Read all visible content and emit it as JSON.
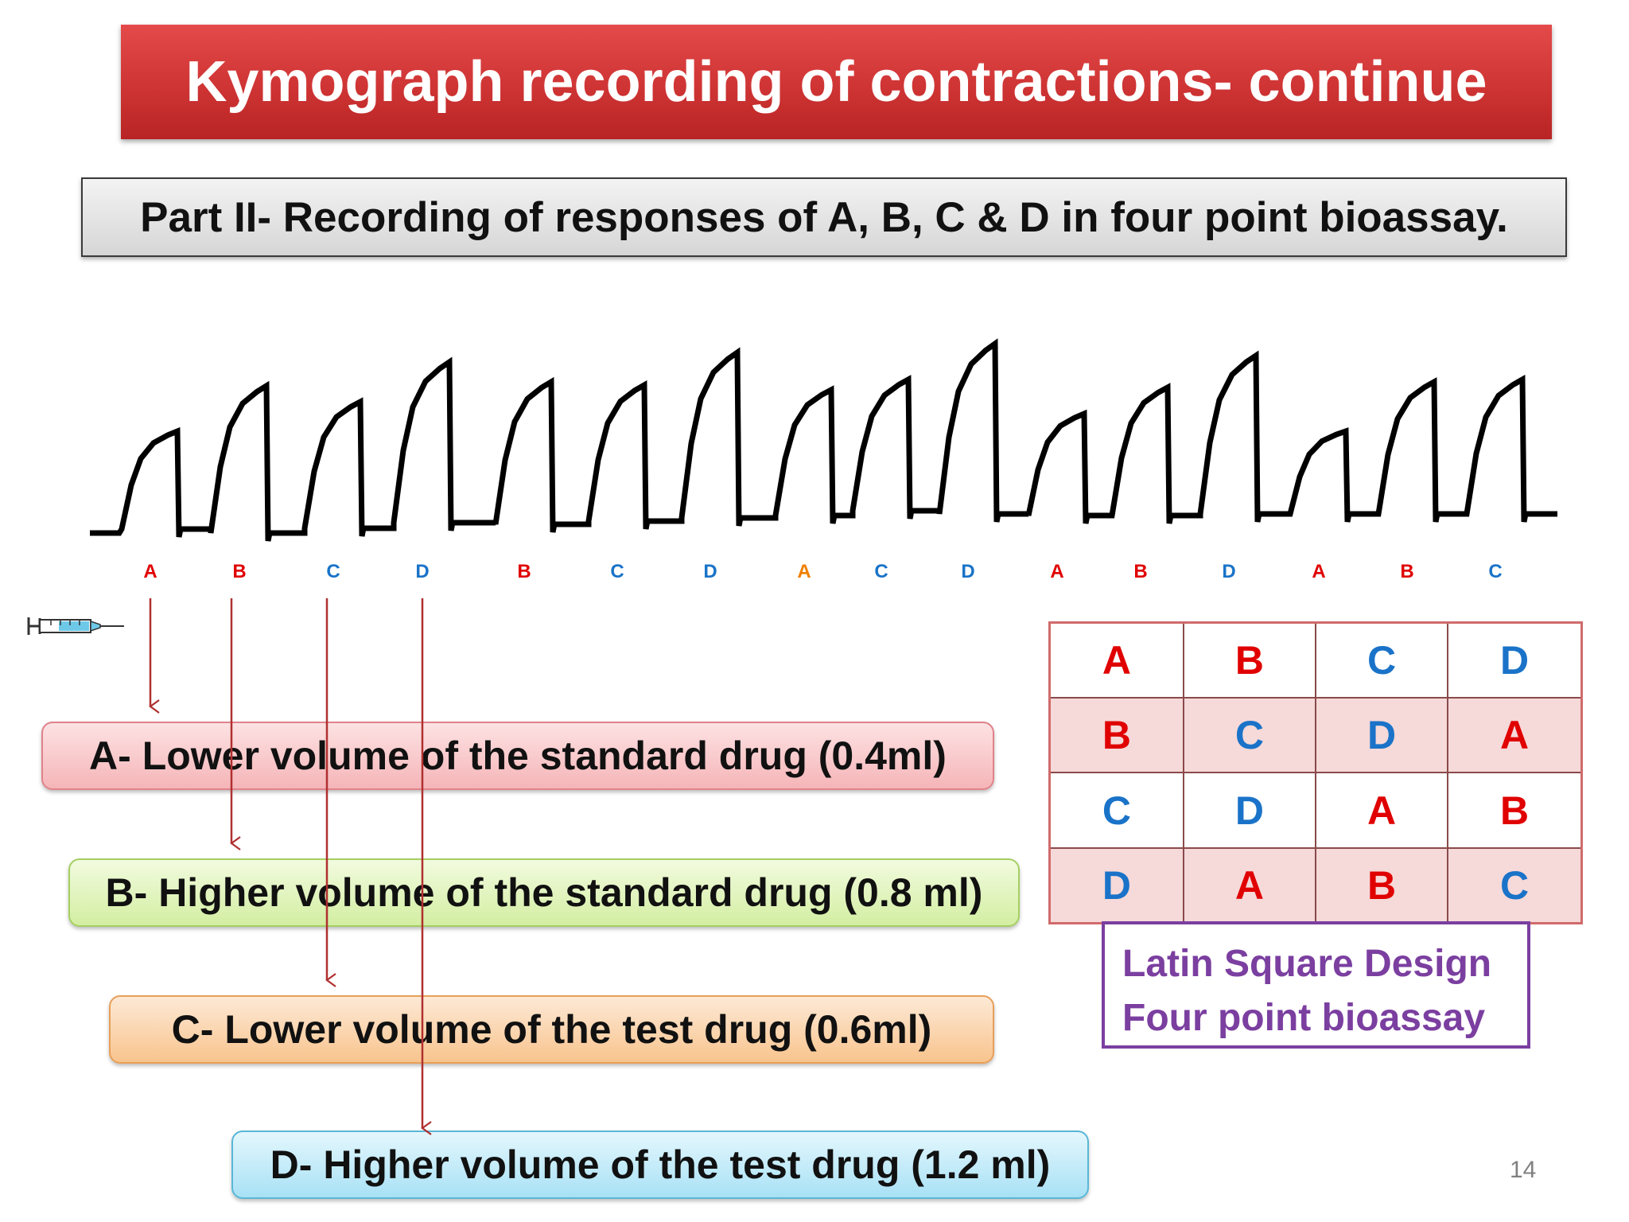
{
  "title": "Kymograph recording of contractions- continue",
  "subtitle": "Part II- Recording of responses of A, B, C & D in four point bioassay.",
  "colors": {
    "A": "#e00000",
    "B": "#e00000",
    "C": "#1a73c8",
    "D": "#1a73c8",
    "A_orange": "#f07f00"
  },
  "kymograph": {
    "sequence": [
      {
        "label": "A",
        "color": "#e00000"
      },
      {
        "label": "B",
        "color": "#e00000"
      },
      {
        "label": "C",
        "color": "#1a73c8"
      },
      {
        "label": "D",
        "color": "#1a73c8"
      },
      {
        "label": "B",
        "color": "#e00000"
      },
      {
        "label": "C",
        "color": "#1a73c8"
      },
      {
        "label": "D",
        "color": "#1a73c8"
      },
      {
        "label": "A",
        "color": "#f07f00"
      },
      {
        "label": "C",
        "color": "#1a73c8"
      },
      {
        "label": "D",
        "color": "#1a73c8"
      },
      {
        "label": "A",
        "color": "#e00000"
      },
      {
        "label": "B",
        "color": "#e00000"
      },
      {
        "label": "D",
        "color": "#1a73c8"
      },
      {
        "label": "A",
        "color": "#e00000"
      },
      {
        "label": "B",
        "color": "#e00000"
      },
      {
        "label": "C",
        "color": "#1a73c8"
      }
    ]
  },
  "drugs": {
    "a": "A- Lower volume of the standard drug (0.4ml)",
    "b": "B- Higher volume of the standard drug (0.8 ml)",
    "c": "C- Lower volume of the test drug (0.6ml)",
    "d": "D- Higher volume of the test drug (1.2 ml)"
  },
  "latin_square": {
    "rows": [
      [
        "A",
        "B",
        "C",
        "D"
      ],
      [
        "B",
        "C",
        "D",
        "A"
      ],
      [
        "C",
        "D",
        "A",
        "B"
      ],
      [
        "D",
        "A",
        "B",
        "C"
      ]
    ]
  },
  "legend": {
    "line1": "Latin Square Design",
    "line2": "Four point bioassay"
  },
  "page_number": "14"
}
